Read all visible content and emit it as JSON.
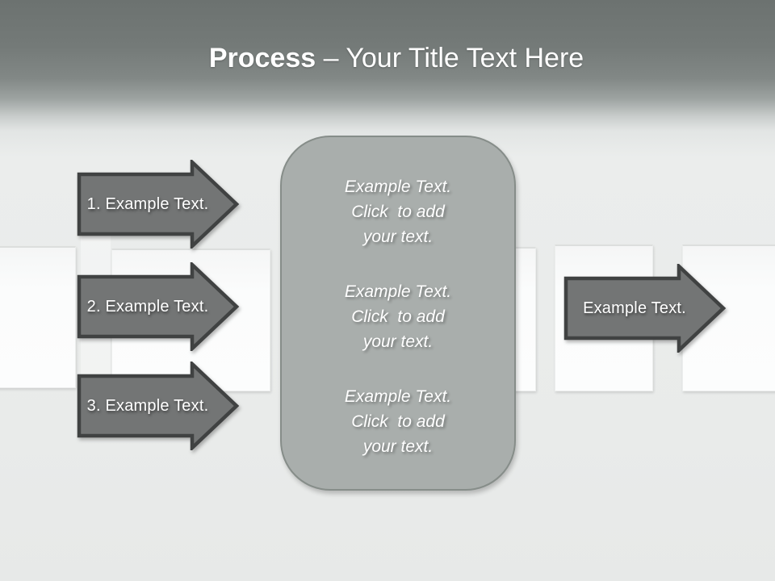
{
  "slide": {
    "header": {
      "title_bold": "Process",
      "title_rest": " – Your Title Text Here"
    },
    "process_arrows": [
      {
        "label": "1. Example Text."
      },
      {
        "label": "2. Example Text."
      },
      {
        "label": "3. Example Text."
      }
    ],
    "center_panel": {
      "paragraphs": [
        {
          "text": "Example Text.\nClick  to add\nyour text."
        },
        {
          "text": "Example Text.\nClick  to add\nyour text."
        },
        {
          "text": "Example Text.\nClick  to add\nyour text."
        }
      ]
    },
    "output_arrow": {
      "label": "Example Text."
    },
    "colors": {
      "header_top": "#6c7270",
      "body_background": "#e9ebea",
      "arrow_fill": "#737575",
      "arrow_border": "#404242",
      "panel_fill": "#a9aeac",
      "panel_border": "#868d89",
      "text": "#ffffff"
    }
  }
}
